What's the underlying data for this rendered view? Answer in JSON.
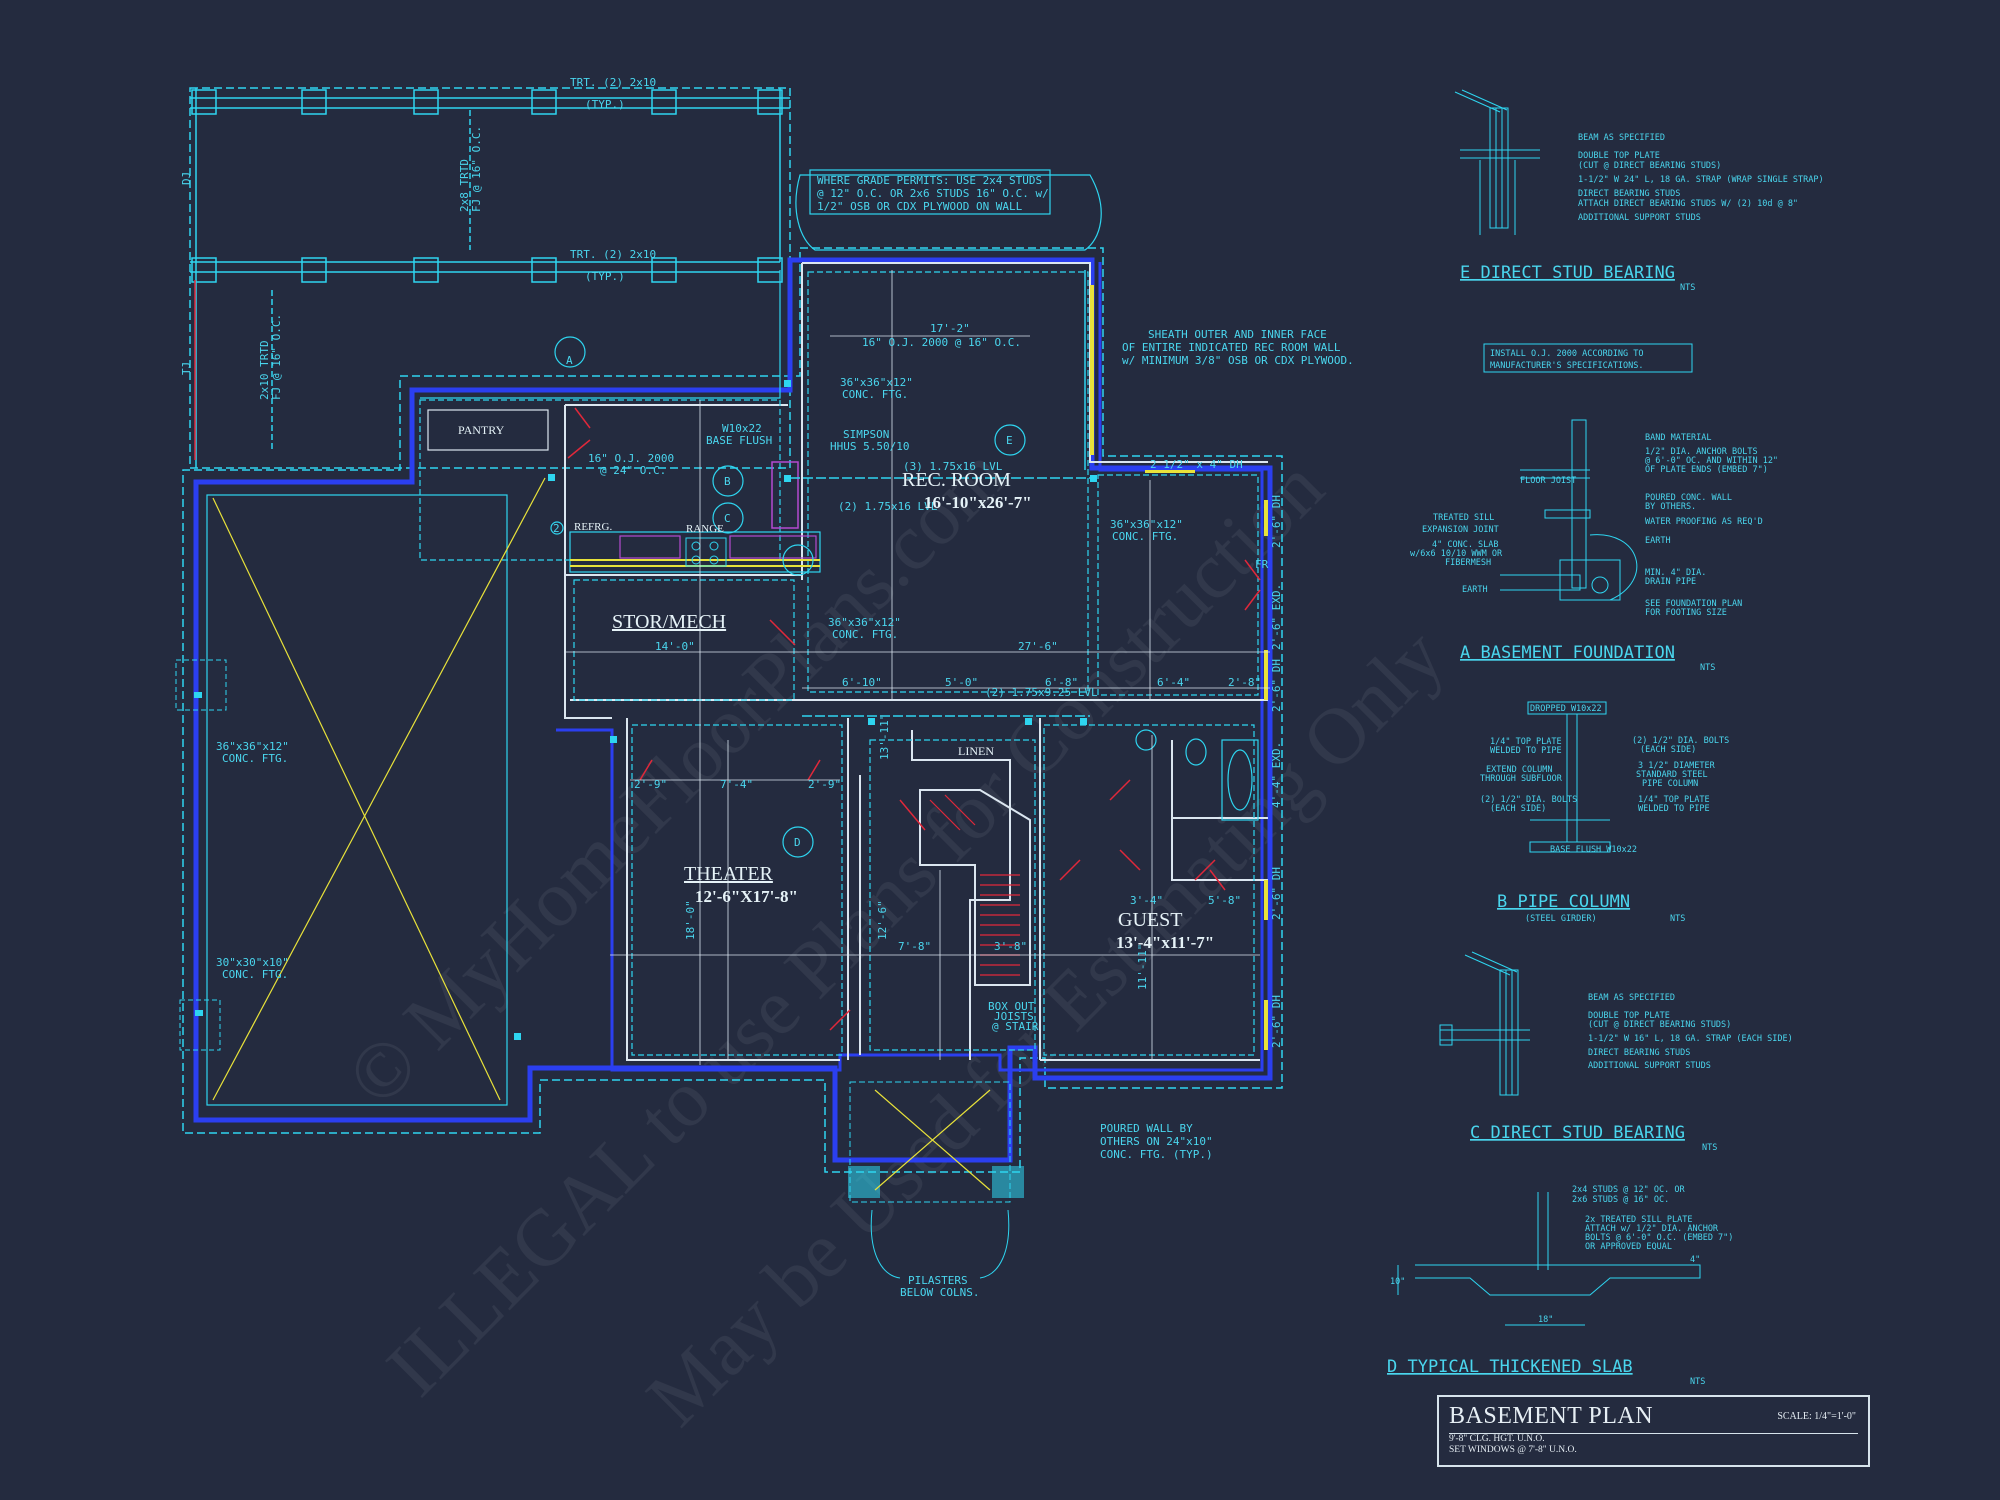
{
  "colors": {
    "background": "#242b3f",
    "cyan": "#2ed5f0",
    "blue": "#2b3ff0",
    "yellow": "#e8e23a",
    "red": "#e0283a",
    "magenta": "#b34ad0",
    "white": "#e6f3f8"
  },
  "watermarks": [
    "© MyHomeFloorPlans.com",
    "ILLEGAL to use Plans for Construction",
    "May be Used for Estimating Only"
  ],
  "rooms": {
    "pantry": "PANTRY",
    "refrg": "REFRG.",
    "range": "RANGE",
    "rec_room": "REC. ROOM",
    "rec_room_size": "16'-10\"x26'-7\"",
    "stor_mech": "STOR/MECH",
    "linen": "LINEN",
    "theater": "THEATER",
    "theater_size": "12'-6\"X17'-8\"",
    "guest": "GUEST",
    "guest_size": "13'-4\"x11'-7\""
  },
  "plan_notes": {
    "trt_top": "TRT. (2) 2x10",
    "typ_top": "(TYP.)",
    "trt_mid": "TRT. (2) 2x10",
    "typ_mid": "(TYP.)",
    "dj": "DJ",
    "tj": "TJ",
    "trtd_1": "2x8 TRTD",
    "trtd_1b": "FJ @ 16\" O.C.",
    "trtd_2": "2x10 TRTD",
    "trtd_2b": "FJ @ 16\" O.C.",
    "grade_1": "WHERE GRADE PERMITS: USE 2x4 STUDS",
    "grade_2": "@ 12\" O.C. OR 2x6 STUDS 16\" O.C. w/",
    "grade_3": "1/2\" OSB OR CDX PLYWOOD ON WALL",
    "sheath_1": "SHEATH OUTER AND INNER FACE",
    "sheath_2": "OF ENTIRE INDICATED REC ROOM WALL",
    "sheath_3": "w/ MINIMUM 3/8\" OSB OR CDX PLYWOOD.",
    "ftg_1a": "36\"x36\"x12\"",
    "ftg_1b": "CONC. FTG.",
    "oj_1a": "16\" O.J. 2000",
    "oj_1b": "@ 24\" O.C.",
    "w10_a": "W10x22",
    "w10_b": "BASE FLUSH",
    "simpson_a": "SIMPSON",
    "simpson_b": "HHUS 5.50/10",
    "lvl_1": "(3) 1.75x16 LVL",
    "lvl_2": "(2) 1.75x16 LVL",
    "lvl_3": "(2) 1.75x9.25 LVL",
    "oj_rec": "16\" O.J. 2000 @ 16\" O.C.",
    "dim_172": "17'-2\"",
    "ftg_2a": "36\"x36\"x12\"",
    "ftg_2b": "CONC. FTG.",
    "ftg_3a": "36\"x36\"x12\"",
    "ftg_3b": "CONC. FTG.",
    "ftg_4a": "36\"x36\"x12\"",
    "ftg_4b": "CONC. FTG.",
    "ftg_5a": "30\"x30\"x10\"",
    "ftg_5b": "CONC. FTG.",
    "dim_140": "14'-0\"",
    "dim_276": "27'-6\"",
    "dim_610": "6'-10\"",
    "dim_50": "5'-0\"",
    "dim_68": "6'-8\"",
    "dim_64": "6'-4\"",
    "dim_28": "2'-8\"",
    "dim_29a": "2'-9\"",
    "dim_74": "7'-4\"",
    "dim_29b": "2'-9\"",
    "dim_180": "18'-0\"",
    "dim_126": "12'-6\"",
    "dim_78": "7'-8\"",
    "dim_38": "3'-8\"",
    "dim_1311": "13'-11\"",
    "dim_34": "3'-4\"",
    "dim_58": "5'-8\"",
    "dim_1111": "11'-11\"",
    "box_a": "BOX OUT",
    "box_b": "JOISTS",
    "box_c": "@ STAIR",
    "poured_a": "POURED WALL BY",
    "poured_b": "OTHERS ON 24\"x10\"",
    "poured_c": "CONC. FTG. (TYP.)",
    "pilasters_a": "PILASTERS",
    "pilasters_b": "BELOW COLNS.",
    "win_1": "2 1/2\" x 4\" DH",
    "win_2": "2'-6\" DH",
    "win_3": "2'-6\" EXD.",
    "win_4": "FR",
    "win_5": "2'-6\" DH",
    "win_6": "4'-4\" EXD.",
    "win_7": "2'-6\" DH",
    "win_8": "2'-6\" DH",
    "tag_a": "A",
    "tag_b": "B",
    "tag_c": "C",
    "tag_d": "D",
    "tag_e": "E",
    "tag_2": "2"
  },
  "details": {
    "e_title": "E DIRECT STUD BEARING",
    "e_nts": "NTS",
    "e_notes": [
      "BEAM AS SPECIFIED",
      "DOUBLE TOP PLATE",
      "(CUT @ DIRECT BEARING STUDS)",
      "1-1/2\" W 24\" L, 18 GA. STRAP (WRAP SINGLE STRAP)",
      "DIRECT BEARING STUDS",
      "ATTACH DIRECT BEARING STUDS W/ (2) 10d @ 8\"",
      "ADDITIONAL SUPPORT STUDS"
    ],
    "install_1": "INSTALL O.J. 2000 ACCORDING TO",
    "install_2": "MANUFACTURER'S SPECIFICATIONS.",
    "a_title": "A BASEMENT FOUNDATION",
    "a_nts": "NTS",
    "a_right": [
      "BAND MATERIAL",
      "1/2\" DIA. ANCHOR BOLTS",
      "@ 6'-0\" OC. AND WITHIN 12\"",
      "OF PLATE ENDS (EMBED 7\")",
      "POURED CONC. WALL",
      "BY OTHERS.",
      "WATER PROOFING AS REQ'D",
      "EARTH",
      "MIN. 4\" DIA.",
      "DRAIN PIPE",
      "SEE FOUNDATION PLAN",
      "FOR FOOTING SIZE"
    ],
    "a_left": [
      "FLOOR JOIST",
      "TREATED SILL",
      "EXPANSION JOINT",
      "4\" CONC. SLAB",
      "w/6x6 10/10 WWM OR",
      "FIBERMESH",
      "EARTH"
    ],
    "b_title": "B PIPE COLUMN",
    "b_sub": "(STEEL GIRDER)",
    "b_nts": "NTS",
    "b_left": [
      "1/4\" TOP PLATE",
      "WELDED TO PIPE",
      "EXTEND COLUMN",
      "THROUGH SUBFLOOR",
      "(2) 1/2\" DIA. BOLTS",
      "(EACH SIDE)"
    ],
    "b_right": [
      "(2) 1/2\" DIA. BOLTS",
      "(EACH SIDE)",
      "3 1/2\" DIAMETER",
      "STANDARD STEEL",
      "PIPE COLUMN",
      "1/4\" TOP PLATE",
      "WELDED TO PIPE"
    ],
    "b_top": "DROPPED W10x22",
    "b_base": "BASE FLUSH W10x22",
    "c_title": "C DIRECT STUD BEARING",
    "c_nts": "NTS",
    "c_notes": [
      "BEAM AS SPECIFIED",
      "DOUBLE TOP PLATE",
      "(CUT @ DIRECT BEARING STUDS)",
      "1-1/2\" W 16\" L, 18 GA. STRAP (EACH SIDE)",
      "DIRECT BEARING STUDS",
      "ADDITIONAL SUPPORT STUDS"
    ],
    "d_title": "D TYPICAL THICKENED SLAB",
    "d_nts": "NTS",
    "d_notes": [
      "2x4 STUDS @ 12\" OC. OR",
      "2x6 STUDS @ 16\" OC.",
      "2x  TREATED SILL PLATE",
      "ATTACH w/ 1/2\" DIA. ANCHOR",
      "BOLTS @ 6'-0\" O.C. (EMBED 7\")",
      "OR APPROVED EQUAL"
    ],
    "d_dim_a": "18\"",
    "d_dim_b": "10\"",
    "d_dim_c": "4\""
  },
  "title_block": {
    "title": "BASEMENT PLAN",
    "scale": "SCALE: 1/4\"=1'-0\"",
    "note_1": "9'-8\" CLG. HGT. U.N.O.",
    "note_2": "SET WINDOWS @ 7'-8\" U.N.O."
  }
}
